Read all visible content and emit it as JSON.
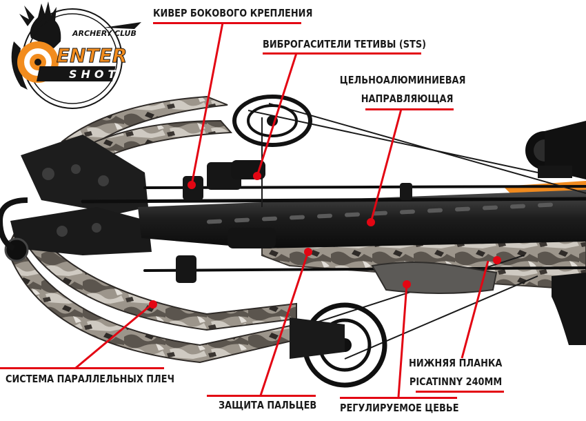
{
  "logo": {
    "name": "Center Shot Archery Club",
    "arc_text": "ARCHERY CLUB",
    "word_top": "ENTER",
    "word_bottom": "SHOT"
  },
  "labels": {
    "side_quiver": "КИВЕР БОКОВОГО КРЕПЛЕНИЯ",
    "string_dampeners": "ВИБРОГАСИТЕЛИ ТЕТИВЫ (STS)",
    "rail_line1": "ЦЕЛЬНОАЛЮМИНИЕВАЯ",
    "rail_line2": "НАПРАВЛЯЮЩАЯ",
    "picatinny_line1": "НИЖНЯЯ ПЛАНКА",
    "picatinny_line2": "PICATINNY 240MM",
    "parallel_limbs": "СИСТЕМА ПАРАЛЛЕЛЬНЫХ ПЛЕЧ",
    "finger_guard": "ЗАЩИТА ПАЛЬЦЕВ",
    "adjustable_forend": "РЕГУЛИРУЕМОЕ ЦЕВЬЕ"
  },
  "colors": {
    "accent_red": "#e30613",
    "logo_orange": "#f28c1e",
    "text": "#1a1a1a"
  }
}
